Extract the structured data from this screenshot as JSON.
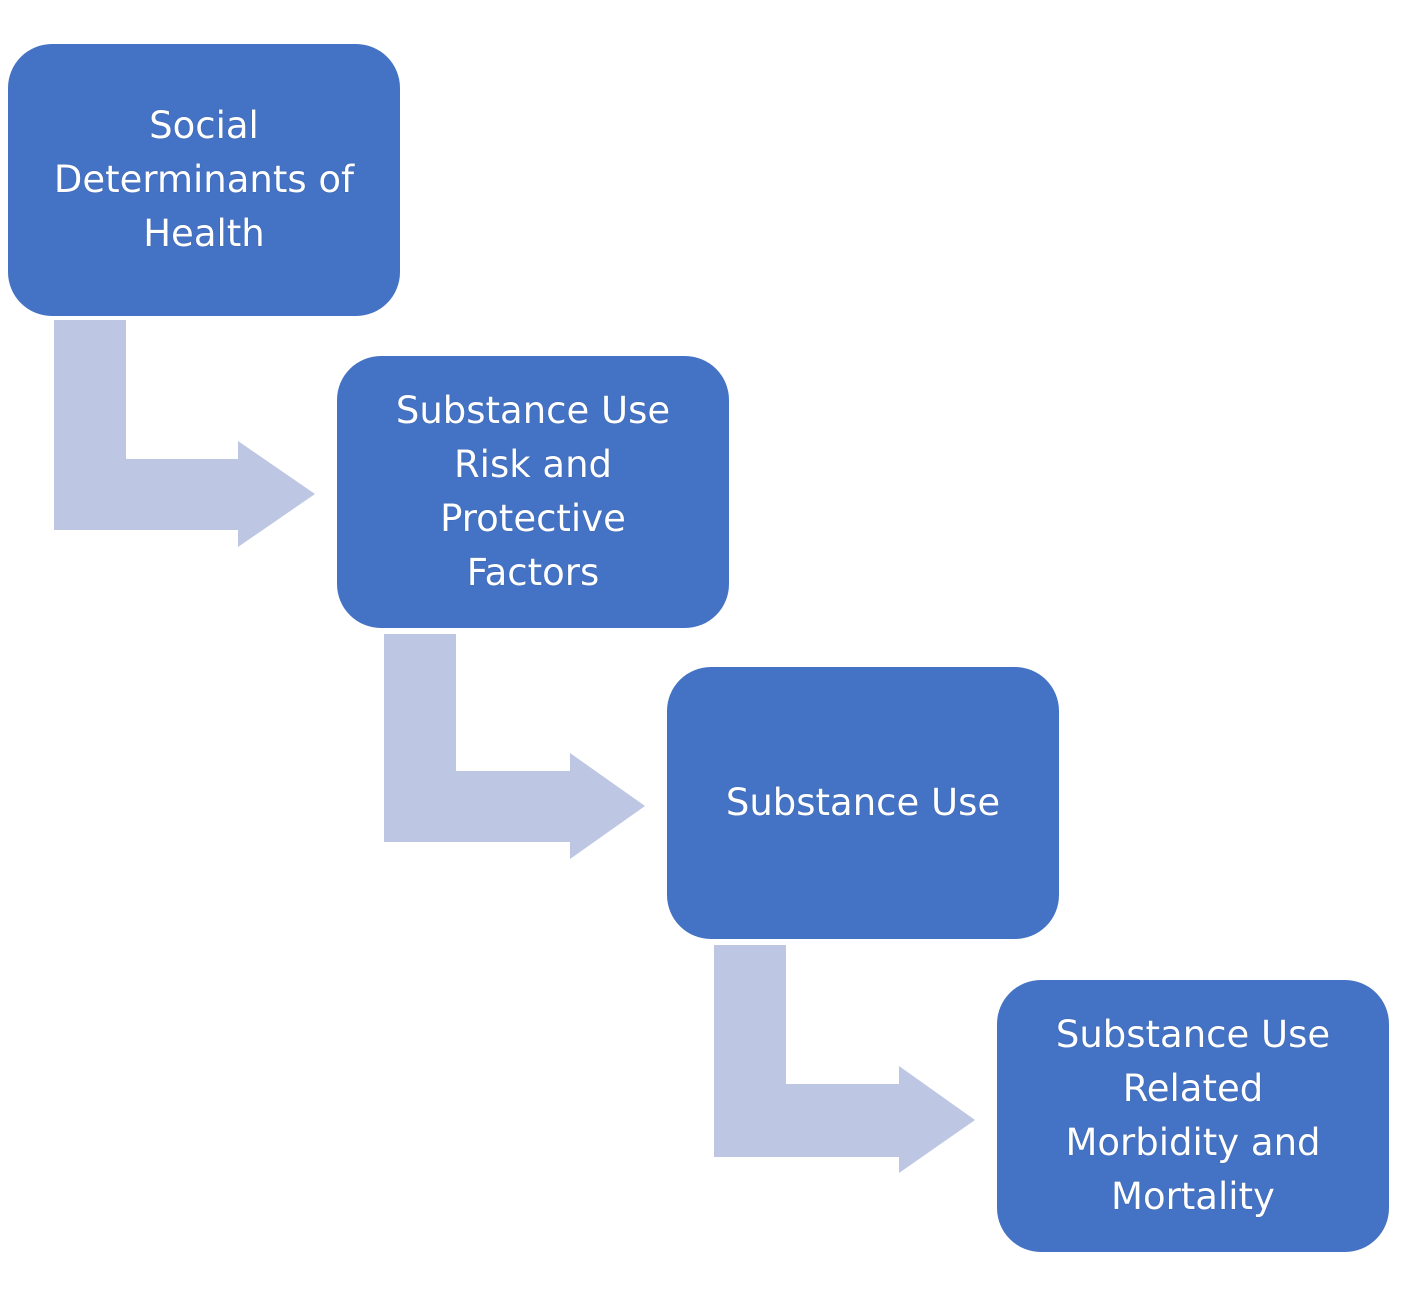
{
  "colors": {
    "box_fill": "#4472c4",
    "box_text": "#ffffff",
    "connector_fill": "#bdc7e3",
    "background": "#ffffff"
  },
  "steps": [
    {
      "label": "Social\nDeterminants of\nHealth"
    },
    {
      "label": "Substance Use\nRisk and\nProtective\nFactors"
    },
    {
      "label": "Substance Use"
    },
    {
      "label": "Substance Use\nRelated\nMorbidity and\nMortality"
    }
  ],
  "connectors": [
    {
      "from": 0,
      "to": 1,
      "icon": "bent-arrow-icon"
    },
    {
      "from": 1,
      "to": 2,
      "icon": "bent-arrow-icon"
    },
    {
      "from": 2,
      "to": 3,
      "icon": "bent-arrow-icon"
    }
  ]
}
